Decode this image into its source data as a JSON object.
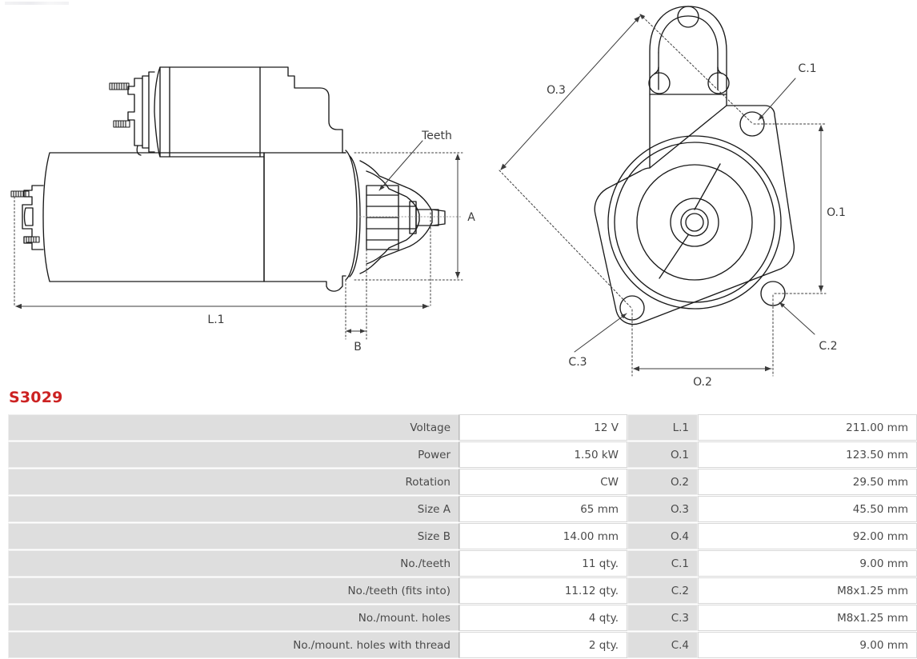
{
  "part": {
    "number": "S3029"
  },
  "drawings": {
    "side_view": {
      "name": "starter-motor-side-view",
      "labels": {
        "teeth": "Teeth",
        "length": "L.1",
        "height": "A",
        "pinion": "B"
      }
    },
    "front_view": {
      "name": "starter-motor-drive-end-view",
      "labels": {
        "diagonal": "O.3",
        "vertical": "O.1",
        "horizontal": "O.2",
        "hole_top_right": "C.1",
        "hole_bottom_right": "C.2",
        "hole_bottom_left": "C.3"
      }
    }
  },
  "spec_table": {
    "rows": [
      {
        "label": "Voltage",
        "value": "12 V",
        "code": "L.1",
        "dimension": "211.00 mm"
      },
      {
        "label": "Power",
        "value": "1.50 kW",
        "code": "O.1",
        "dimension": "123.50 mm"
      },
      {
        "label": "Rotation",
        "value": "CW",
        "code": "O.2",
        "dimension": "29.50 mm"
      },
      {
        "label": "Size A",
        "value": "65 mm",
        "code": "O.3",
        "dimension": "45.50 mm"
      },
      {
        "label": "Size B",
        "value": "14.00 mm",
        "code": "O.4",
        "dimension": "92.00 mm"
      },
      {
        "label": "No./teeth",
        "value": "11 qty.",
        "code": "C.1",
        "dimension": "9.00 mm"
      },
      {
        "label": "No./teeth (fits into)",
        "value": "11.12 qty.",
        "code": "C.2",
        "dimension": "M8x1.25 mm"
      },
      {
        "label": "No./mount. holes",
        "value": "4 qty.",
        "code": "C.3",
        "dimension": "M8x1.25 mm"
      },
      {
        "label": "No./mount. holes with thread",
        "value": "2 qty.",
        "code": "C.4",
        "dimension": "9.00 mm"
      }
    ]
  },
  "colors": {
    "title": "#cc2222",
    "row_label_bg": "#dedede",
    "row_value_bg": "#ffffff",
    "line": "#1a1a1a",
    "text": "#4a4a4a"
  }
}
